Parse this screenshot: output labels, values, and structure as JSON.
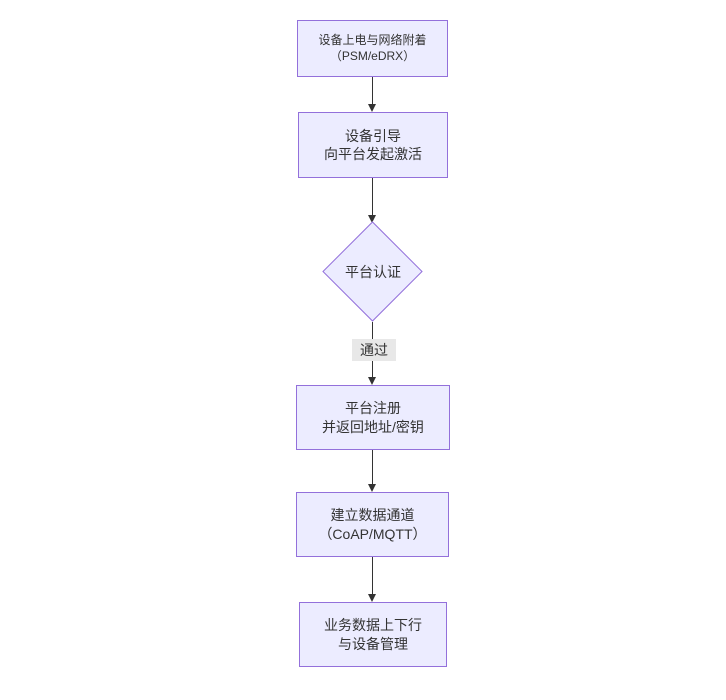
{
  "flowchart": {
    "nodes": [
      {
        "type": "process",
        "lines": [
          "设备上电与网络附着",
          "（PSM/eDRX）"
        ]
      },
      {
        "type": "process",
        "lines": [
          "设备引导",
          "向平台发起激活"
        ]
      },
      {
        "type": "decision",
        "lines": [
          "平台认证"
        ]
      },
      {
        "type": "process",
        "lines": [
          "平台注册",
          "并返回地址/密钥"
        ]
      },
      {
        "type": "process",
        "lines": [
          "建立数据通道",
          "（CoAP/MQTT）"
        ]
      },
      {
        "type": "process",
        "lines": [
          "业务数据上下行",
          "与设备管理"
        ]
      }
    ],
    "edges": [
      {
        "from": 0,
        "to": 1,
        "label": ""
      },
      {
        "from": 1,
        "to": 2,
        "label": ""
      },
      {
        "from": 2,
        "to": 3,
        "label": "通过"
      },
      {
        "from": 3,
        "to": 4,
        "label": ""
      },
      {
        "from": 4,
        "to": 5,
        "label": ""
      }
    ]
  },
  "colors": {
    "node_fill": "#ECECFF",
    "node_border": "#9370DB",
    "edge": "#333333",
    "label_bg": "#e8e8e8",
    "text": "#333333"
  }
}
